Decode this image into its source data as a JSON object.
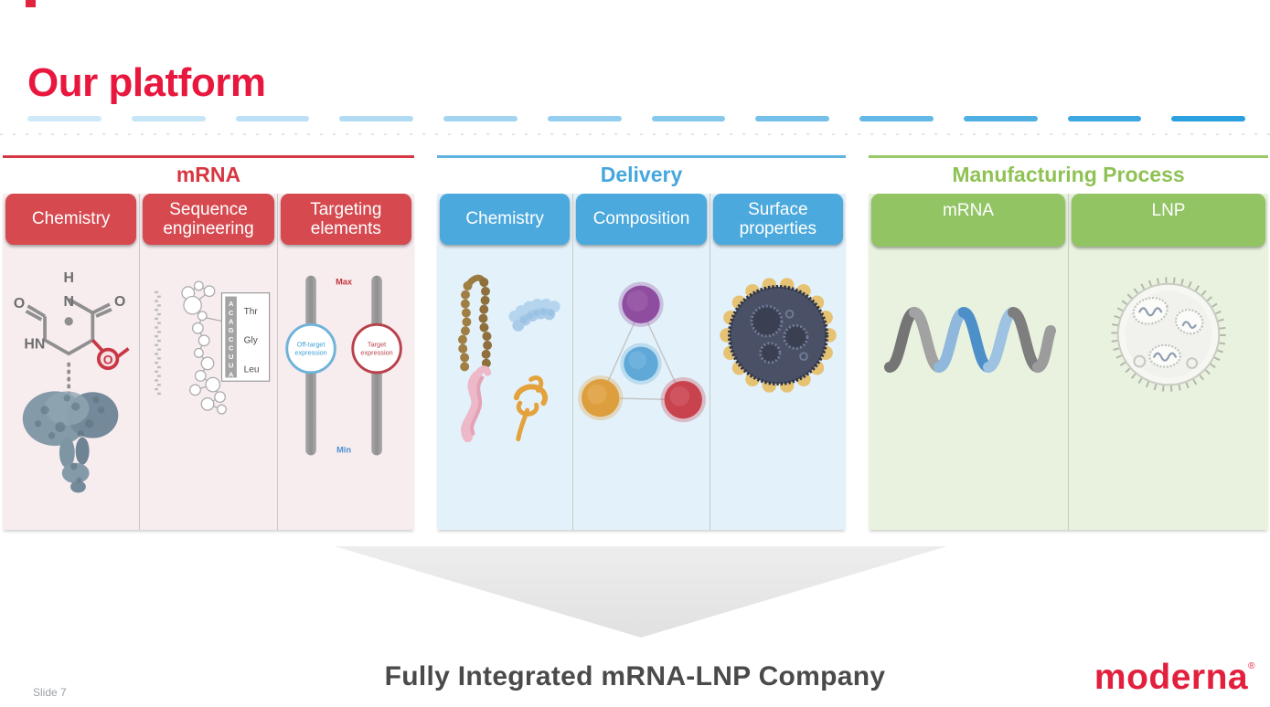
{
  "slide": {
    "title": "Our platform",
    "bottom_title": "Fully Integrated mRNA-LNP Company",
    "footer_left": "Slide 7",
    "logo": "moderna",
    "logo_mark": "®"
  },
  "colors": {
    "brand_red": "#E2203E",
    "mrna_red": "#D5494F",
    "delivery_blue": "#4BA9DD",
    "manufacturing_green": "#92C464"
  },
  "sections": [
    {
      "title": "mRNA",
      "cards": [
        "Chemistry",
        "Sequence engineering",
        "Targeting elements"
      ]
    },
    {
      "title": "Delivery",
      "cards": [
        "Chemistry",
        "Composition",
        "Surface properties"
      ]
    },
    {
      "title": "Manufacturing Process",
      "cards": [
        "mRNA",
        "LNP"
      ]
    }
  ],
  "illustrations": {
    "chemistry": {
      "o_left": "O",
      "o_right": "O",
      "h": "H",
      "n": "N",
      "hn": "HN",
      "o_methyl": "O"
    },
    "sequence": {
      "codons": "ACAGCCUUA",
      "residues": [
        "Thr",
        "Gly",
        "Leu"
      ]
    },
    "targeting": {
      "max": "Max",
      "min": "Min",
      "off_target_1": "Off-target",
      "off_target_2": "expression",
      "target_1": "Target",
      "target_2": "expression"
    }
  }
}
